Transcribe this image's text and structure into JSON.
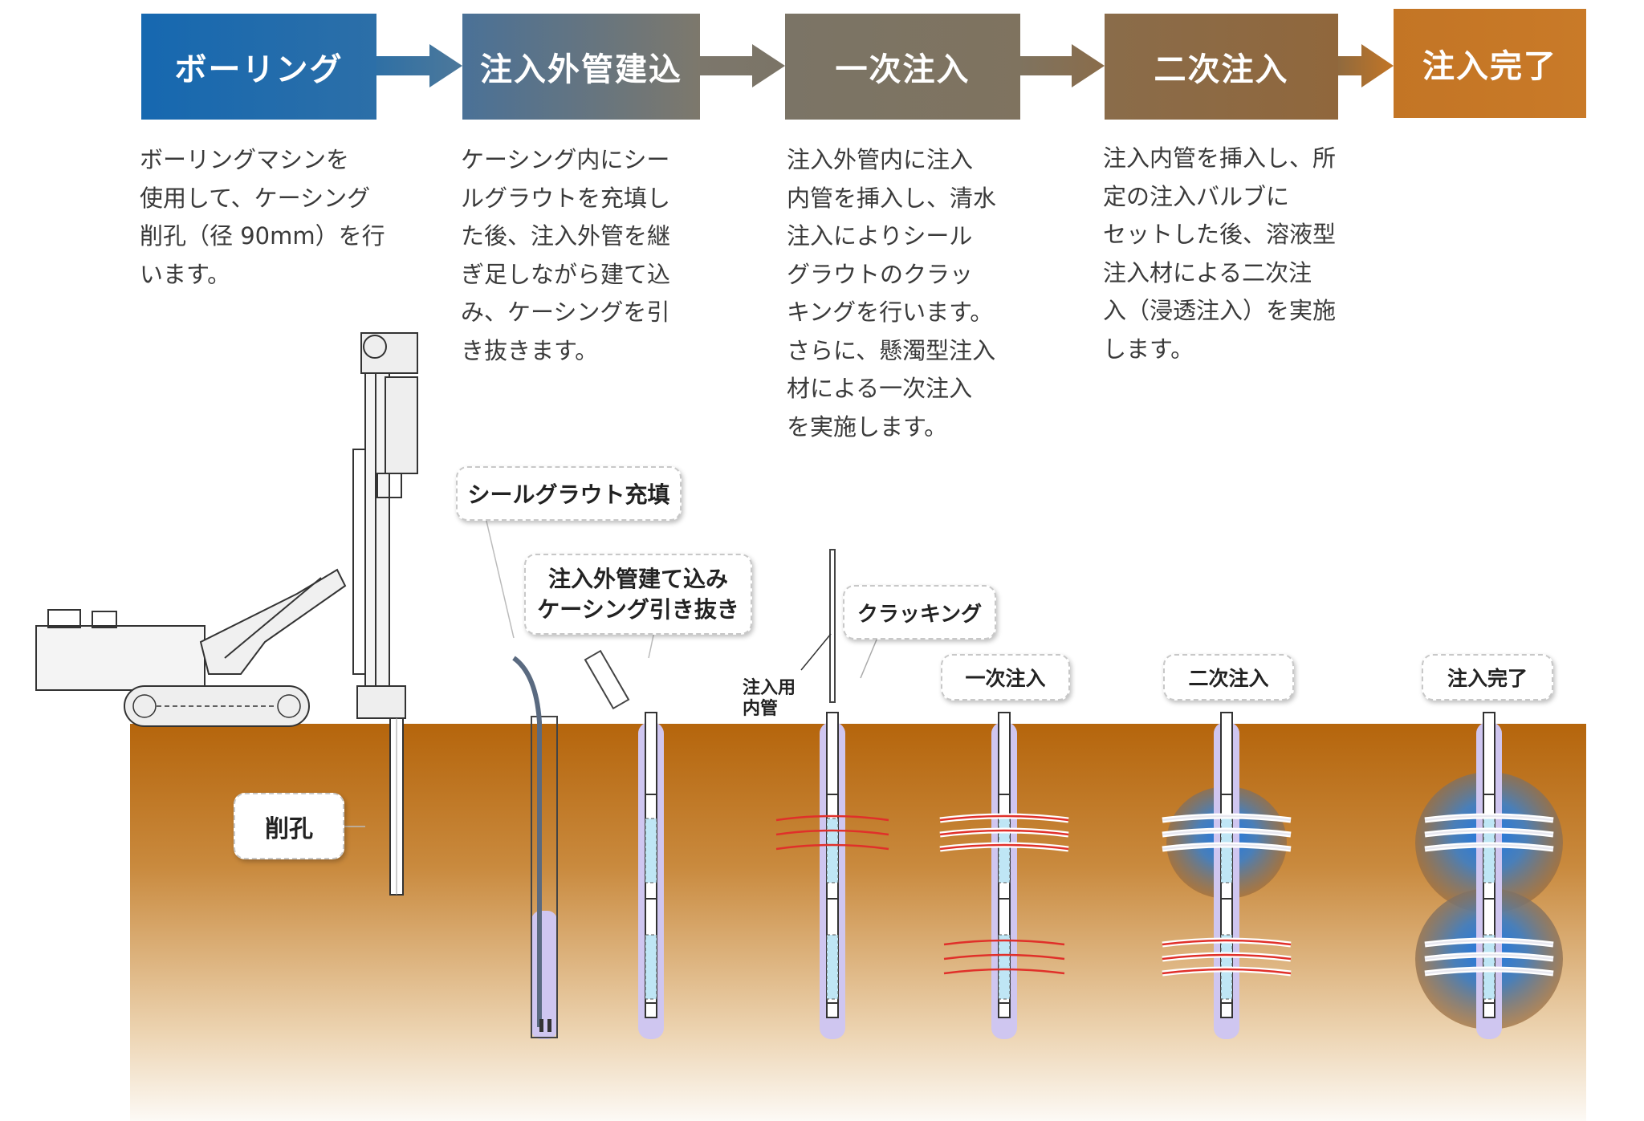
{
  "steps": [
    {
      "label": "ボーリング",
      "color_from": "#1668b0",
      "color_to": "#2c6fa8"
    },
    {
      "label": "注入外管建込",
      "color_from": "#4a7197",
      "color_to": "#7d786c"
    },
    {
      "label": "一次注入",
      "color_from": "#7b7466",
      "color_to": "#7f735f"
    },
    {
      "label": "二次注入",
      "color_from": "#8a6c4a",
      "color_to": "#90673c"
    },
    {
      "label": "注入完了",
      "color_from": "#c37525",
      "color_to": "#c97a28"
    }
  ],
  "descriptions": [
    "ボーリングマシンを\n使用して、ケーシング\n削孔（径 90mm）を行\nいます。",
    "ケーシング内にシー\nルグラウトを充填し\nた後、注入外管を継\nぎ足しながら建て込\nみ、ケーシングを引\nき抜きます。",
    "注入外管内に注入\n内管を挿入し、清水\n注入によりシール\nグラウトのクラッ\nキングを行います。\nさらに、懸濁型注入\n材による一次注入\nを実施します。",
    "注入内管を挿入し、所\n定の注入バルブに\nセットした後、溶液型\n注入材による二次注\n入（浸透注入）を実施\nします。"
  ],
  "callouts": {
    "drilling": "削孔",
    "seal_grout": "シールグラウト充填",
    "casing": "注入外管建て込み\nケーシング引き抜き",
    "cracking": "クラッキング",
    "primary": "一次注入",
    "secondary": "二次注入",
    "complete": "注入完了",
    "inner_pipe": "注入用\n内管"
  },
  "colors": {
    "ground_top": "#b5650c",
    "halo": "#cfc6f0",
    "crack": "#e0302a",
    "bulb": "#2f7fd8",
    "arrow": "#4f7a98"
  }
}
